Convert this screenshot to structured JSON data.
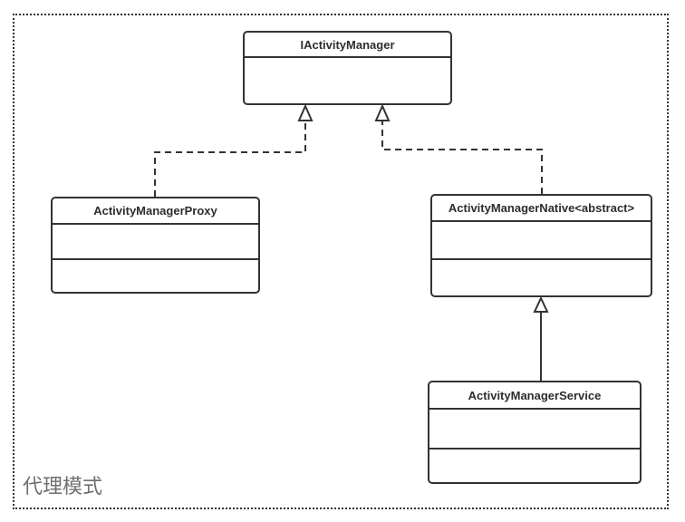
{
  "diagram": {
    "type": "uml-class-diagram",
    "caption": "代理模式",
    "classes": [
      {
        "name": "IActivityManager",
        "compartments": 2
      },
      {
        "name": "ActivityManagerProxy",
        "compartments": 3
      },
      {
        "name": "ActivityManagerNative<abstract>",
        "compartments": 3
      },
      {
        "name": "ActivityManagerService",
        "compartments": 3
      }
    ],
    "relationships": [
      {
        "from": "ActivityManagerProxy",
        "to": "IActivityManager",
        "line": "dashed",
        "arrowhead": "hollow-triangle"
      },
      {
        "from": "ActivityManagerNative<abstract>",
        "to": "IActivityManager",
        "line": "dashed",
        "arrowhead": "hollow-triangle"
      },
      {
        "from": "ActivityManagerService",
        "to": "ActivityManagerNative<abstract>",
        "line": "solid",
        "arrowhead": "hollow-triangle"
      }
    ],
    "colors": {
      "line": "#333333",
      "title_text": "#2d2d2d",
      "caption_text": "#6f6f6f",
      "background": "#ffffff"
    }
  }
}
